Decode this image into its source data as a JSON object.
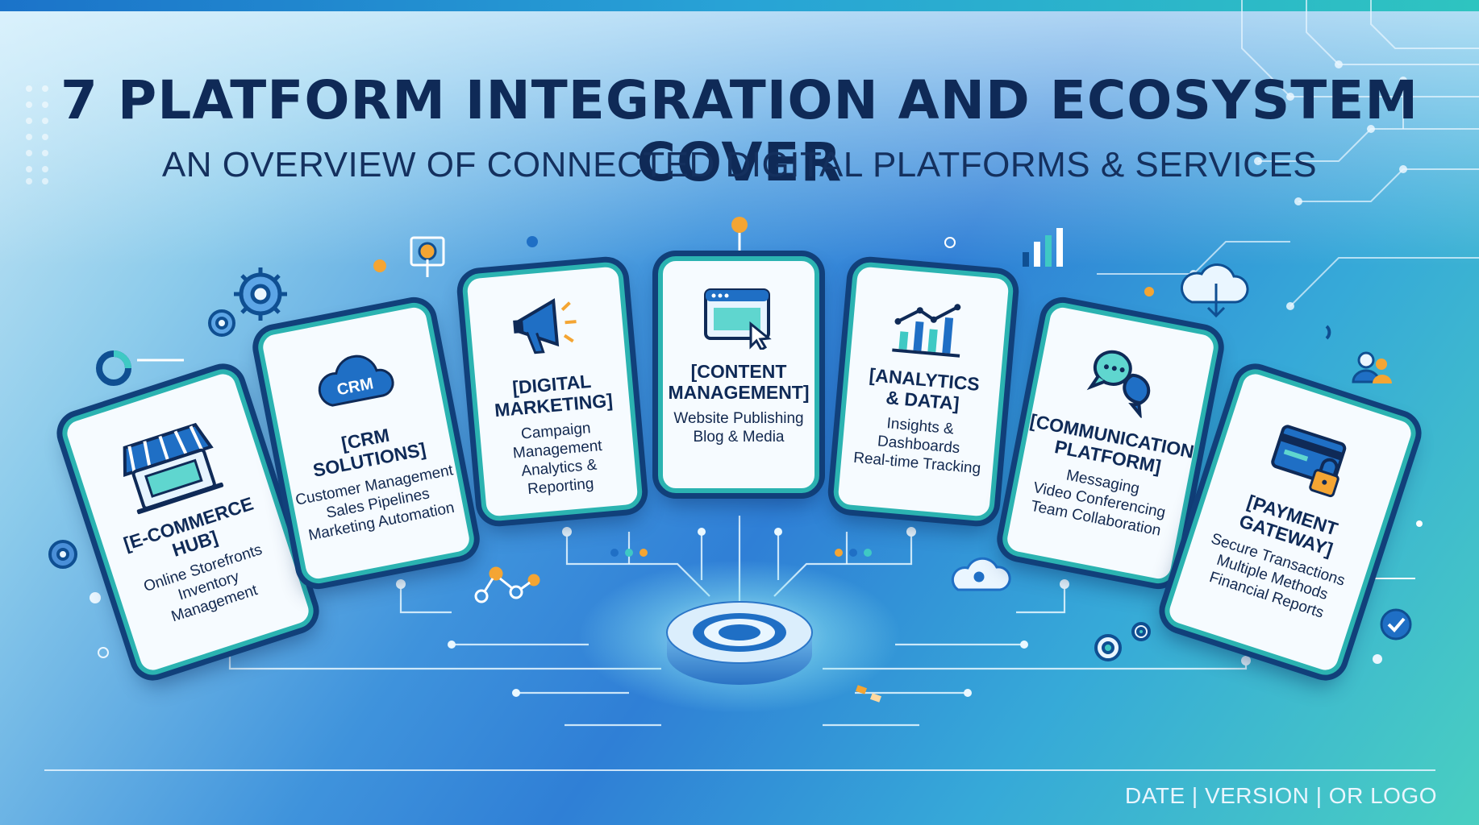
{
  "title": "7 PLATFORM INTEGRATION AND ECOSYSTEM COVER",
  "subtitle": "AN OVERVIEW OF CONNECTED DIGITAL PLATFORMS & SERVICES",
  "cards": [
    {
      "icon": "storefront-icon",
      "title": "[E-COMMERCE\nHUB]",
      "desc": "Online Storefronts\nInventory\nManagement"
    },
    {
      "icon": "crm-cloud-icon",
      "icon_text": "CRM",
      "title": "[CRM\nSOLUTIONS]",
      "desc": "Customer Management\nSales Pipelines\nMarketing Automation"
    },
    {
      "icon": "megaphone-icon",
      "title": "[DIGITAL\nMARKETING]",
      "desc": "Campaign\nManagement\nAnalytics &\nReporting"
    },
    {
      "icon": "browser-window-icon",
      "title": "[CONTENT\nMANAGEMENT]",
      "desc": "Website Publishing\nBlog & Media"
    },
    {
      "icon": "analytics-chart-icon",
      "title": "[ANALYTICS\n& DATA]",
      "desc": "Insights &\nDashboards\nReal-time Tracking"
    },
    {
      "icon": "chat-bubbles-icon",
      "title": "[COMMUNICATION\nPLATFORM]",
      "desc": "Messaging\nVideo Conferencing\nTeam Collaboration"
    },
    {
      "icon": "secure-card-icon",
      "title": "[PAYMENT\nGATEWAY]",
      "desc": "Secure Transactions\nMultiple Methods\nFinancial Reports"
    }
  ],
  "footer": "DATE | VERSION | OR LOGO",
  "colors": {
    "card_border": "#2bb3b1",
    "card_outline": "#11407a",
    "title": "#0f2a57",
    "accent_orange": "#f4a533"
  }
}
